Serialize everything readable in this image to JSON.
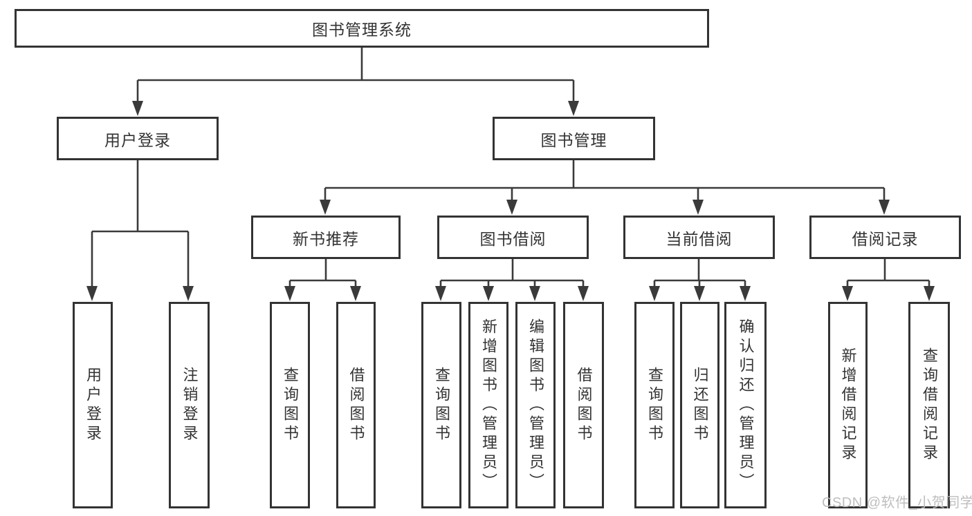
{
  "watermark": {
    "text": "CSDN @软件_小贺同学",
    "color": "#bbbbbb"
  },
  "colors": {
    "line": "#3a3a3a",
    "box_border": "#333333",
    "text": "#333333",
    "box_fill": "#ffffff",
    "background": "#ffffff"
  },
  "tree": {
    "root": {
      "label": "图书管理系统"
    },
    "children": [
      {
        "label": "用户登录",
        "children": [
          {
            "label": "用户登录"
          },
          {
            "label": "注销登录"
          }
        ]
      },
      {
        "label": "图书管理",
        "children": [
          {
            "label": "新书推荐",
            "children": [
              {
                "label": "查询图书"
              },
              {
                "label": "借阅图书"
              }
            ]
          },
          {
            "label": "图书借阅",
            "children": [
              {
                "label": "查询图书"
              },
              {
                "label": "新增图书（管理员）"
              },
              {
                "label": "编辑图书（管理员）"
              },
              {
                "label": "借阅图书"
              }
            ]
          },
          {
            "label": "当前借阅",
            "children": [
              {
                "label": "查询图书"
              },
              {
                "label": "归还图书"
              },
              {
                "label": "确认归还（管理员）"
              }
            ]
          },
          {
            "label": "借阅记录",
            "children": [
              {
                "label": "新增借阅记录"
              },
              {
                "label": "查询借阅记录"
              }
            ]
          }
        ]
      }
    ]
  }
}
